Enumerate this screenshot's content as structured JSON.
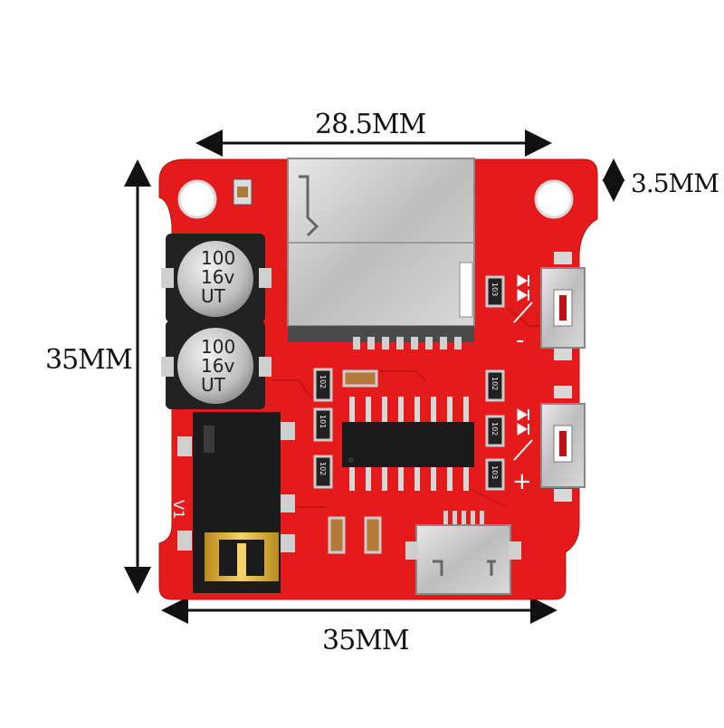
{
  "dimensions": {
    "width_top": "28.5MM",
    "thickness": "3.5MM",
    "height_left": "35MM",
    "width_bottom": "35MM"
  },
  "board": {
    "color": "#e51b1b",
    "capacitor_1": {
      "line1": "100",
      "line2": "16v",
      "line3": "UT"
    },
    "capacitor_2": {
      "line1": "100",
      "line2": "16v",
      "line3": "UT"
    },
    "silkscreen_v1": "V1",
    "silkscreen_minus": "-",
    "silkscreen_plus": "+",
    "resistor_codes": [
      "102",
      "101",
      "102",
      "103",
      "102",
      "102",
      "103"
    ]
  },
  "icons": [
    "dimension-arrow-icon",
    "prev-track-icon",
    "next-track-icon"
  ]
}
